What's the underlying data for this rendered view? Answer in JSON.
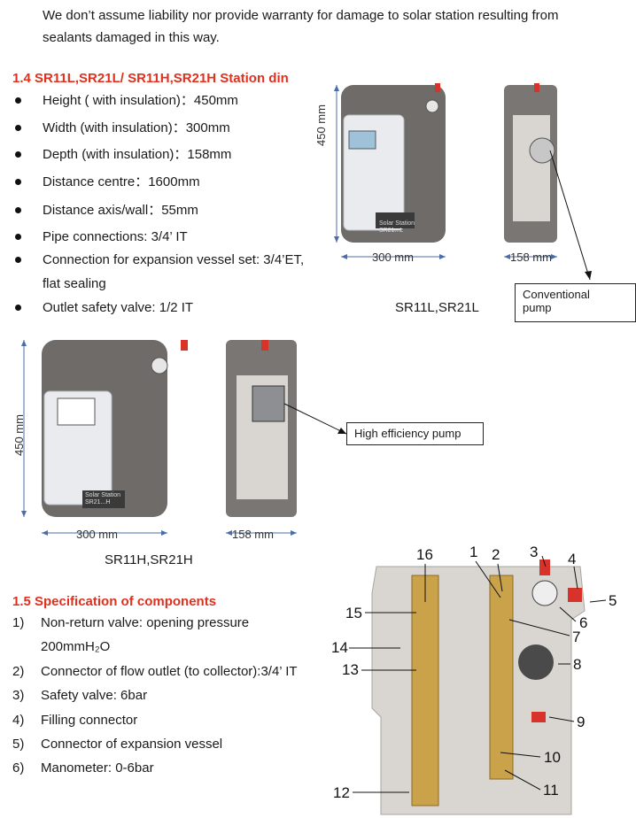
{
  "intro": {
    "line1": "We don’t assume liability nor provide warranty for damage to solar station resulting from",
    "line2": "sealants damaged in this way."
  },
  "section14": {
    "heading": "1.4   SR11L,SR21L/ SR11H,SR21H Station din",
    "bullets": [
      "Height ( with insulation)：450mm",
      "Width (with insulation)：300mm",
      "Depth (with insulation)：158mm",
      "Distance centre：1600mm",
      "Distance    axis/wall：55mm",
      "Pipe connections: 3/4’ IT",
      "Connection for expansion vessel set: 3/4’ET,",
      "Outlet safety valve: 1/2 IT"
    ],
    "bullet7_cont": "flat sealing"
  },
  "figure_top": {
    "height_label": "450 mm",
    "width_label": "300 mm",
    "depth_label": "158 mm",
    "caption": "SR11L,SR21L",
    "callout_line1": "Conventional",
    "callout_line2": "pump",
    "plate_line1": "Solar Station",
    "plate_line2": "SR21...L"
  },
  "figure_mid": {
    "height_label": "450 mm",
    "width_label": "300 mm",
    "depth_label": "158 mm",
    "caption": "SR11H,SR21H",
    "callout": "High efficiency pump",
    "plate_line1": "Solar Station",
    "plate_line2": "SR21...H"
  },
  "section15": {
    "heading": "1.5 Specification of components",
    "items": [
      {
        "n": "1)",
        "text": "Non-return valve: opening pressure"
      },
      {
        "n": "",
        "text": "200mmH₂O"
      },
      {
        "n": "2)",
        "text": "Connector of flow outlet (to collector):3/4’ IT"
      },
      {
        "n": "3)",
        "text": "Safety valve: 6bar"
      },
      {
        "n": "4)",
        "text": "Filling connector"
      },
      {
        "n": "5)",
        "text": "Connector of expansion vessel"
      },
      {
        "n": "6)",
        "text": "Manometer: 0-6bar"
      }
    ]
  },
  "component_numbers": [
    "16",
    "1",
    "2",
    "3",
    "4",
    "5",
    "15",
    "6",
    "7",
    "14",
    "13",
    "8",
    "9",
    "10",
    "11",
    "12"
  ],
  "colors": {
    "heading_red": "#e0301e",
    "insulation_grey": "#6f6b69",
    "foam_light": "#d9d6d2",
    "brass": "#c9a24a",
    "valve_red": "#d8332a",
    "dimension_blue": "#4a6ea8"
  }
}
